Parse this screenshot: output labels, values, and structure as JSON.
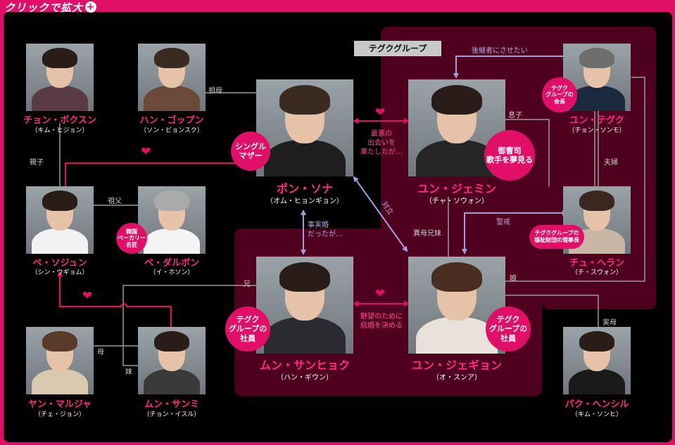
{
  "header": {
    "title": "クリックで拡大",
    "plus": "+"
  },
  "group_label": "テグクグループ",
  "characters": {
    "jeong": {
      "name": "チョン・ボクスン",
      "actor": "（キム・ヒジョン）"
    },
    "han": {
      "name": "ハン・ゴップン",
      "actor": "（ソン・ビョンスク）"
    },
    "bong": {
      "name": "ポン・ソナ",
      "actor": "（オム・ヒョンギョン）"
    },
    "jaemin": {
      "name": "ユン・ジェミン",
      "actor": "（チャ・ソウォン）"
    },
    "tegu": {
      "name": "ユン・テグク",
      "actor": "（チョン・ソンモ）"
    },
    "sojun": {
      "name": "ペ・ソジュン",
      "actor": "（シン・ウギョム）"
    },
    "dalbon": {
      "name": "ペ・ダルボン",
      "actor": "（イ・ホソン）"
    },
    "heran": {
      "name": "チュ・ヘラン",
      "actor": "（チ・スウォン）"
    },
    "sanhyok": {
      "name": "ムン・サンヒョク",
      "actor": "（ハン・ギウン）"
    },
    "jegyon": {
      "name": "ユン・ジェギョン",
      "actor": "（オ・スンア）"
    },
    "yang": {
      "name": "ヤン・マルジャ",
      "actor": "（チェ・ジョン）"
    },
    "sanmi": {
      "name": "ムン・サンミ",
      "actor": "（チョン・イスル）"
    },
    "park": {
      "name": "パク・ヘンシル",
      "actor": "（キム・ソンヒ）"
    }
  },
  "badges": {
    "single_mother": "シングル\nマザー",
    "chef": "御曹司\n歌手を夢見る",
    "tegu_chair": "テグク\nグループの\n会長",
    "bakery": "韓国\nベーカリー\n名匠",
    "foundation": "テグクグループの\n福祉財団の理事長",
    "employee_sanhyok": "テグク\nグループの\n社員",
    "employee_jegyon": "テグク\nグループの\n社員"
  },
  "relations": {
    "grandmother": "祖母",
    "parent_child": "親子",
    "grandfather": "祖父",
    "worst_meeting": "最悪の\n出会いを\n果たしたが…",
    "successor": "後継者にさせたい",
    "son": "息子",
    "couple": "夫婦",
    "conflict": "対立",
    "half_siblings": "異母兄妹",
    "wary": "警戒",
    "fact_marriage": "事実婚\nだったが…",
    "daughter": "娘",
    "brother": "兄",
    "ambition_marriage": "野望のために\n結婚を決める",
    "real_mother": "実母",
    "mother": "母",
    "sister": "妹"
  }
}
